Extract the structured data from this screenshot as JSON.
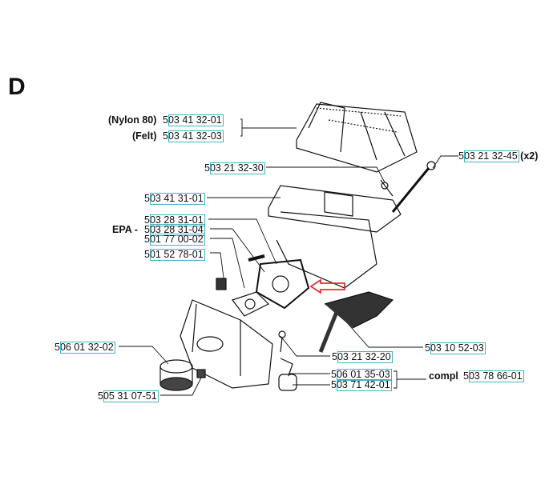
{
  "section": "D",
  "labels": {
    "nylon_prefix": "(Nylon 80)",
    "nylon": "503 41 32-01",
    "felt_prefix": "(Felt)",
    "felt": "503 41 32-03",
    "screw_a": "503 21 32-30",
    "screw_b": "503 21 32-45",
    "screw_b_suffix": "(x2)",
    "holder": "503 41 31-01",
    "carb": "503 28 31-01",
    "epa_prefix": "EPA -",
    "carb_epa": "503 28 31-04",
    "gasket": "501 77 00-02",
    "bushing": "501 52 78-01",
    "filter": "506 01 32-02",
    "lever": "503 10 52-03",
    "screw_c": "503 21 32-20",
    "part_35": "506 01 35-03",
    "part_42": "503 71 42-01",
    "compl_prefix": "compl",
    "compl": "503 78 66-01",
    "nut": "505 31 07-51"
  },
  "colors": {
    "link_box": "#3fb4c4",
    "arrow": "#e03030"
  }
}
